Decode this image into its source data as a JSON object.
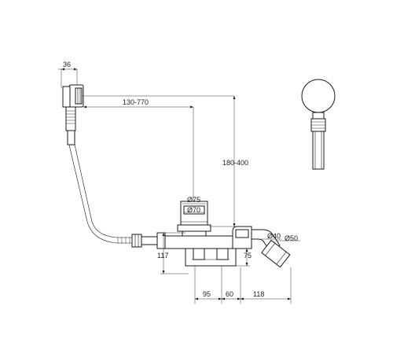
{
  "dimensions": {
    "knob_width": "36",
    "cable_length": "130-770",
    "riser_height": "180-400",
    "strainer_outer": "Ø75",
    "strainer_inner": "Ø70",
    "overflow_outlet": "Ø40",
    "waste_outlet": "Ø50",
    "inlet_height": "117",
    "trap_drop": "75",
    "trap_span_a": "95",
    "trap_span_b": "60",
    "trap_span_c": "118"
  }
}
